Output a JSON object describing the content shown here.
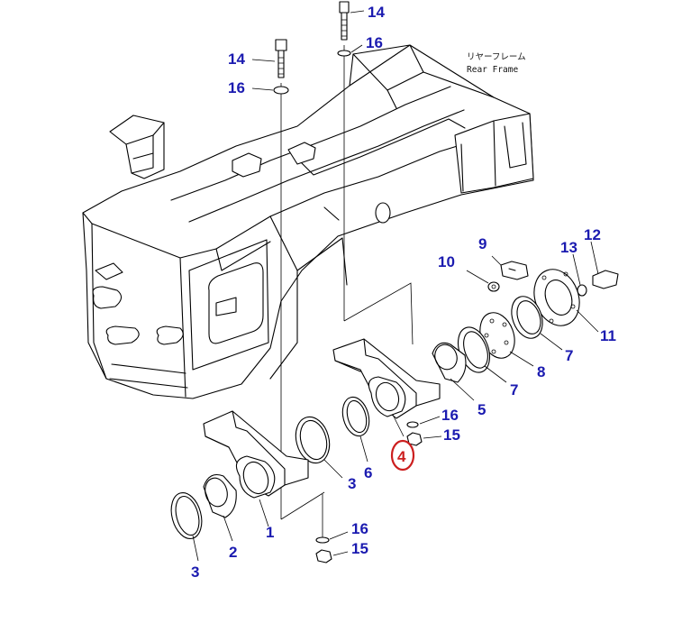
{
  "title_jp": "リヤーフレーム",
  "title_en": "Rear Frame",
  "highlight_color": "#cc1f1f",
  "label_color": "#1b1bb0",
  "callouts": [
    {
      "id": "c14a",
      "text": "14"
    },
    {
      "id": "c16a",
      "text": "16"
    },
    {
      "id": "c14b",
      "text": "14"
    },
    {
      "id": "c16b",
      "text": "16"
    },
    {
      "id": "c9",
      "text": "9"
    },
    {
      "id": "c10",
      "text": "10"
    },
    {
      "id": "c13",
      "text": "13"
    },
    {
      "id": "c12",
      "text": "12"
    },
    {
      "id": "c11",
      "text": "11"
    },
    {
      "id": "c7a",
      "text": "7"
    },
    {
      "id": "c8",
      "text": "8"
    },
    {
      "id": "c7b",
      "text": "7"
    },
    {
      "id": "c5",
      "text": "5"
    },
    {
      "id": "c16c",
      "text": "16"
    },
    {
      "id": "c15a",
      "text": "15"
    },
    {
      "id": "c4",
      "text": "4"
    },
    {
      "id": "c6",
      "text": "6"
    },
    {
      "id": "c3a",
      "text": "3"
    },
    {
      "id": "c1",
      "text": "1"
    },
    {
      "id": "c2",
      "text": "2"
    },
    {
      "id": "c3b",
      "text": "3"
    },
    {
      "id": "c16d",
      "text": "16"
    },
    {
      "id": "c15b",
      "text": "15"
    }
  ]
}
